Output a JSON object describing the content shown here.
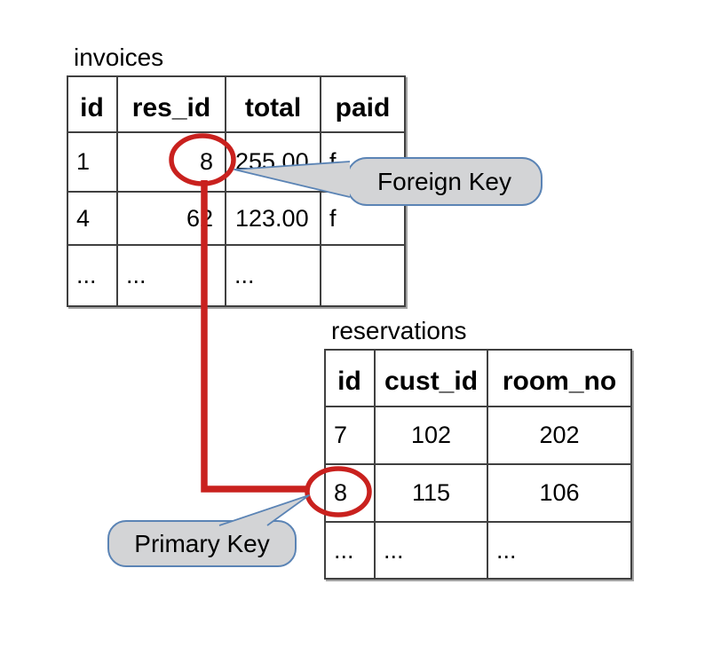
{
  "colors": {
    "background": "#ffffff",
    "accent_red": "#c9211e",
    "callout_fill": "#d3d4d6",
    "callout_border": "#5b84b5",
    "table_border": "#404040"
  },
  "tables": {
    "invoices": {
      "title": "invoices",
      "headers": [
        "id",
        "res_id",
        "total",
        "paid"
      ],
      "rows": [
        [
          "1",
          "8",
          "255.00",
          "f"
        ],
        [
          "4",
          "62",
          "123.00",
          "f"
        ],
        [
          "...",
          "...",
          "...",
          ""
        ]
      ]
    },
    "reservations": {
      "title": "reservations",
      "headers": [
        "id",
        "cust_id",
        "room_no"
      ],
      "rows": [
        [
          "7",
          "102",
          "202"
        ],
        [
          "8",
          "115",
          "106"
        ],
        [
          "...",
          "...",
          "..."
        ]
      ]
    }
  },
  "callouts": {
    "foreign_key": {
      "label": "Foreign Key"
    },
    "primary_key": {
      "label": "Primary Key"
    }
  }
}
